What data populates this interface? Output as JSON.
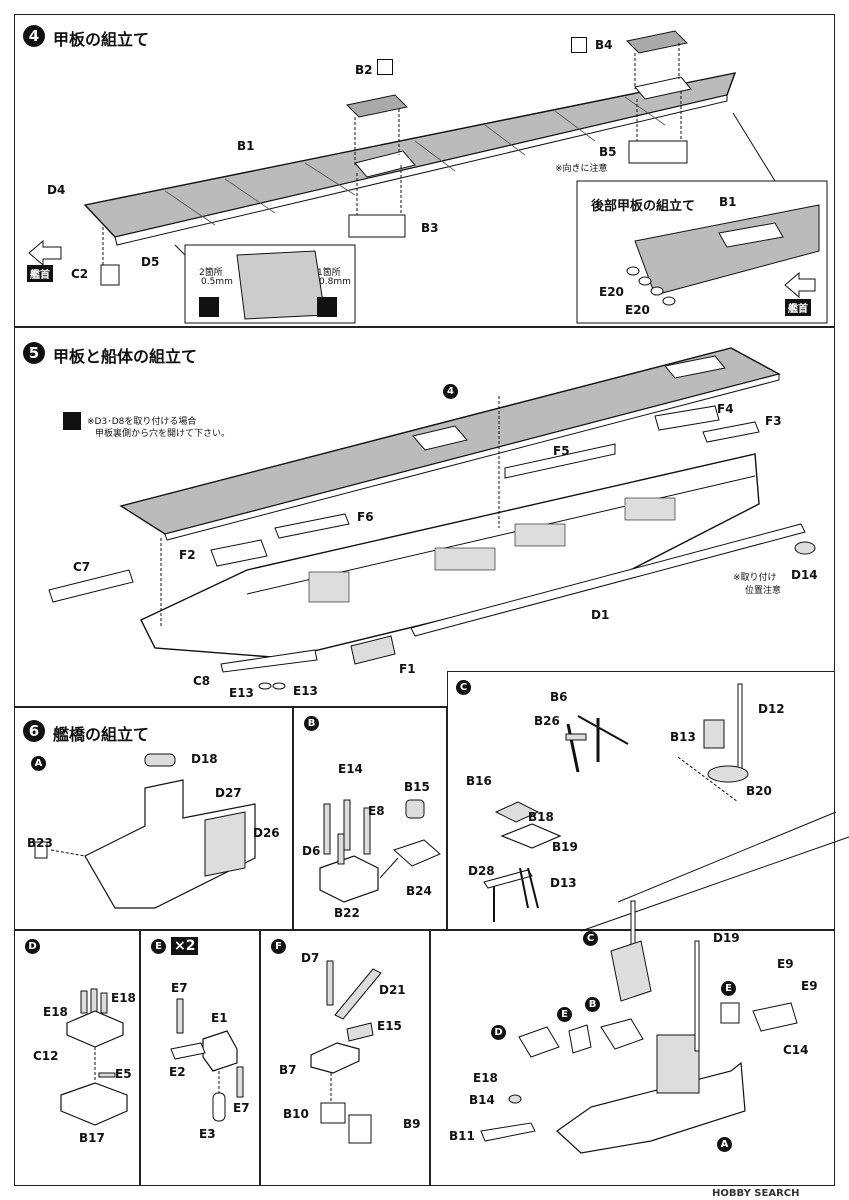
{
  "step4": {
    "number": "4",
    "title": "甲板の組立て",
    "labels": [
      "B1",
      "B2",
      "B3",
      "B4",
      "B5",
      "C2",
      "D4",
      "D5"
    ],
    "note_b5": "※向きに注意",
    "bow_label": "艦首",
    "detail": {
      "left_count": "2箇所",
      "left_size": "0.5mm",
      "right_count": "1箇所",
      "right_size": "0.8mm"
    },
    "inset": {
      "title": "後部甲板の組立て",
      "labels": [
        "B1",
        "E20",
        "E20"
      ],
      "bow_label": "艦首"
    }
  },
  "step5": {
    "number": "5",
    "title": "甲板と船体の組立て",
    "subassembly_ref": "4",
    "note_line1": "※D3･D8を取り付ける場合",
    "note_line2": "甲板裏側から穴を開けて下さい。",
    "labels": [
      "F4",
      "F3",
      "F5",
      "F6",
      "F2",
      "C7",
      "D1",
      "F1",
      "C8",
      "E13",
      "E13",
      "D14"
    ],
    "note_d14_line1": "※取り付け",
    "note_d14_line2": "位置注意"
  },
  "step6": {
    "number": "6",
    "title": "艦橋の組立て",
    "sub_a": {
      "tag": "A",
      "labels": [
        "D18",
        "D27",
        "D26",
        "B23"
      ]
    },
    "sub_b": {
      "tag": "B",
      "labels": [
        "E14",
        "E8",
        "B15",
        "D6",
        "B24",
        "B22"
      ]
    },
    "sub_c": {
      "tag": "C",
      "labels": [
        "B6",
        "B26",
        "D12",
        "B13",
        "B16",
        "B18",
        "B19",
        "B20",
        "D28",
        "D13"
      ]
    },
    "sub_d": {
      "tag": "D",
      "labels": [
        "E18",
        "E18",
        "C12",
        "E5",
        "B17"
      ]
    },
    "sub_e": {
      "tag": "E",
      "multiplier": "×2",
      "labels": [
        "E7",
        "E1",
        "E2",
        "E7",
        "E3"
      ]
    },
    "sub_f": {
      "tag": "F",
      "labels": [
        "D7",
        "D21",
        "E15",
        "B7",
        "B10",
        "B9"
      ]
    },
    "final": {
      "tags": [
        "C",
        "D",
        "E",
        "B",
        "E",
        "A"
      ],
      "labels": [
        "D19",
        "E9",
        "E9",
        "C14",
        "E18",
        "B14",
        "B11"
      ]
    }
  },
  "watermark": "HOBBY SEARCH"
}
